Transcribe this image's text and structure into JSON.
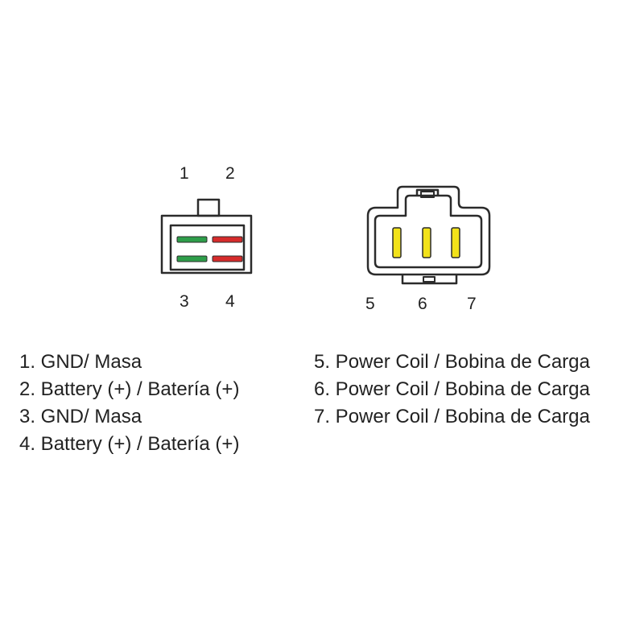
{
  "connector_2pin": {
    "pin_labels": [
      "1",
      "2",
      "3",
      "4"
    ]
  },
  "connector_3pin": {
    "pin_labels": [
      "5",
      "6",
      "7"
    ]
  },
  "legend_left": [
    "1. GND/ Masa",
    "2. Battery (+) / Batería (+)",
    "3. GND/ Masa",
    "4. Battery (+) / Batería (+)"
  ],
  "legend_right": [
    "5. Power Coil / Bobina de Carga",
    "6. Power Coil / Bobina de Carga",
    "7. Power Coil / Bobina de Carga"
  ],
  "colors": {
    "outline": "#2b2b2b",
    "gnd_wire": "#2e9e4a",
    "battery_wire": "#d62b2b",
    "coil_pin": "#f2e21a"
  }
}
